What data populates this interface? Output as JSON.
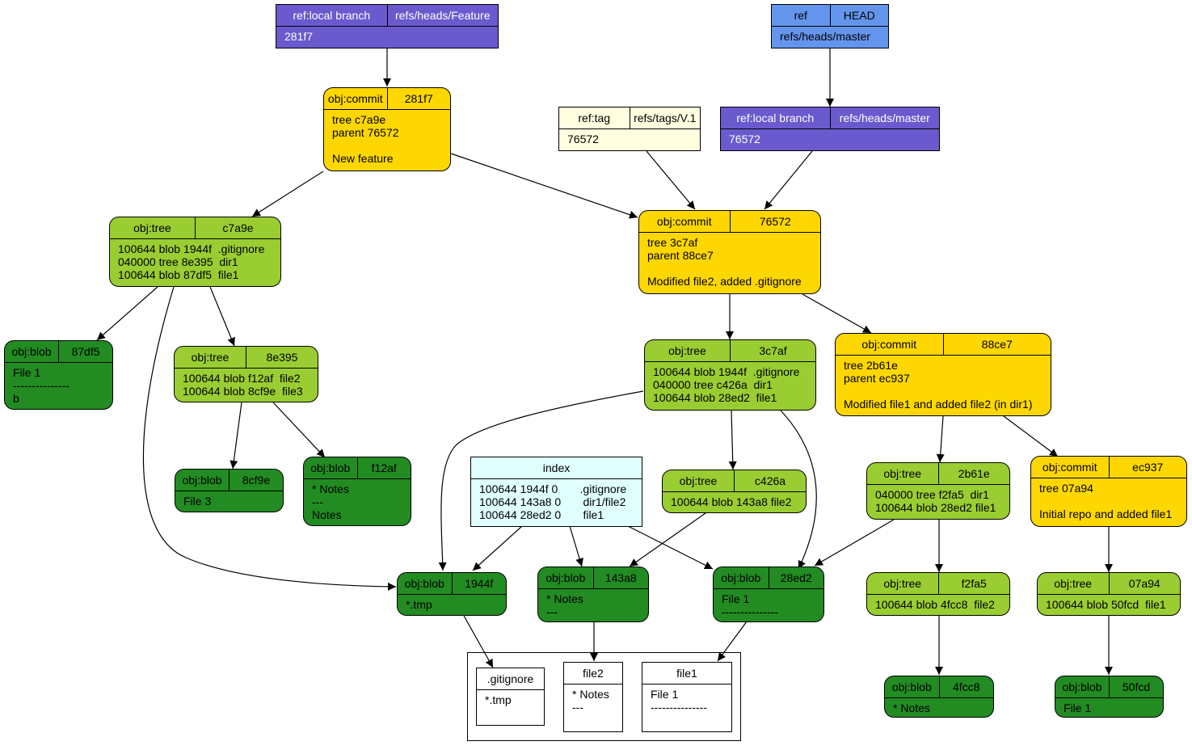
{
  "colors": {
    "local_branch": "#6a5acd",
    "head_ref": "#6495ed",
    "tag_ref": "#ffffe0",
    "commit": "#ffd700",
    "tree": "#9acd32",
    "blob": "#228b22",
    "index": "#e0ffff",
    "working_file": "#ffffff"
  },
  "nodes": {
    "ref_feature": {
      "kind": "ref:local branch",
      "name": "refs/heads/Feature",
      "body": "281f7"
    },
    "ref_head": {
      "kind": "ref",
      "name": "HEAD",
      "body": "refs/heads/master"
    },
    "ref_tag": {
      "kind": "ref:tag",
      "name": "refs/tags/V.1",
      "body": "76572"
    },
    "ref_master": {
      "kind": "ref:local branch",
      "name": "refs/heads/master",
      "body": "76572"
    },
    "commit_281f7": {
      "kind": "obj:commit",
      "name": "281f7",
      "body": "tree c7a9e\nparent 76572\n\nNew feature"
    },
    "commit_76572": {
      "kind": "obj:commit",
      "name": "76572",
      "body": "tree 3c7af\nparent 88ce7\n\nModified file2, added .gitignore"
    },
    "commit_88ce7": {
      "kind": "obj:commit",
      "name": "88ce7",
      "body": "tree 2b61e\nparent ec937\n\nModified file1 and added file2 (in dir1)"
    },
    "commit_ec937": {
      "kind": "obj:commit",
      "name": "ec937",
      "body": "tree 07a94\n\nInitial repo and added file1"
    },
    "tree_c7a9e": {
      "kind": "obj:tree",
      "name": "c7a9e",
      "body": "100644 blob 1944f  .gitignore\n040000 tree 8e395  dir1\n100644 blob 87df5  file1"
    },
    "tree_8e395": {
      "kind": "obj:tree",
      "name": "8e395",
      "body": "100644 blob f12af  file2\n100644 blob 8cf9e  file3"
    },
    "tree_3c7af": {
      "kind": "obj:tree",
      "name": "3c7af",
      "body": "100644 blob 1944f  .gitignore\n040000 tree c426a  dir1\n100644 blob 28ed2  file1"
    },
    "tree_c426a": {
      "kind": "obj:tree",
      "name": "c426a",
      "body": "100644 blob 143a8 file2"
    },
    "tree_2b61e": {
      "kind": "obj:tree",
      "name": "2b61e",
      "body": "040000 tree f2fa5  dir1\n100644 blob 28ed2 file1"
    },
    "tree_f2fa5": {
      "kind": "obj:tree",
      "name": "f2fa5",
      "body": "100644 blob 4fcc8  file2"
    },
    "tree_07a94": {
      "kind": "obj:tree",
      "name": "07a94",
      "body": "100644 blob 50fcd  file1"
    },
    "blob_87df5": {
      "kind": "obj:blob",
      "name": "87df5",
      "body": "File 1\n---------------\nb"
    },
    "blob_8cf9e": {
      "kind": "obj:blob",
      "name": "8cf9e",
      "body": "File 3"
    },
    "blob_f12af": {
      "kind": "obj:blob",
      "name": "f12af",
      "body": "* Notes\n---\nNotes"
    },
    "blob_1944f": {
      "kind": "obj:blob",
      "name": "1944f",
      "body": "*.tmp"
    },
    "blob_143a8": {
      "kind": "obj:blob",
      "name": "143a8",
      "body": "* Notes\n---"
    },
    "blob_28ed2": {
      "kind": "obj:blob",
      "name": "28ed2",
      "body": "File 1\n---------------"
    },
    "blob_4fcc8": {
      "kind": "obj:blob",
      "name": "4fcc8",
      "body": "* Notes"
    },
    "blob_50fcd": {
      "kind": "obj:blob",
      "name": "50fcd",
      "body": "File 1"
    },
    "index": {
      "title": "index",
      "body": "100644 1944f 0       .gitignore\n100644 143a8 0       dir1/file2\n100644 28ed2 0       file1"
    },
    "wf_gitignore": {
      "title": ".gitignore",
      "body": "*.tmp"
    },
    "wf_file2": {
      "title": "file2",
      "body": "* Notes\n---"
    },
    "wf_file1": {
      "title": "file1",
      "body": "File 1\n---------------"
    }
  }
}
